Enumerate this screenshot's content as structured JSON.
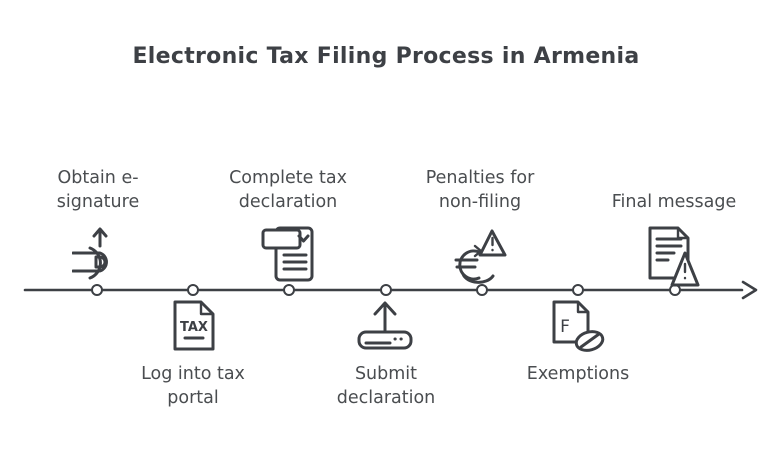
{
  "title": "Electronic Tax Filing Process in Armenia",
  "colors": {
    "ink": "#3d4045",
    "label_text": "#4a4d50",
    "background": "#ffffff"
  },
  "timeline": {
    "direction": "left-to-right",
    "node_count": 7,
    "steps": [
      {
        "id": "obtain-e-signature",
        "side": "above",
        "icon": "e-signature-stamp-icon",
        "lines": [
          "Obtain e-",
          "signature"
        ]
      },
      {
        "id": "log-into-tax-portal",
        "side": "below",
        "icon": "tax-document-icon",
        "lines": [
          "Log into tax",
          "portal"
        ]
      },
      {
        "id": "complete-tax-declaration",
        "side": "above",
        "icon": "declaration-form-icon",
        "lines": [
          "Complete tax",
          "declaration"
        ]
      },
      {
        "id": "submit-declaration",
        "side": "below",
        "icon": "upload-icon",
        "lines": [
          "Submit",
          "declaration"
        ]
      },
      {
        "id": "penalties-for-non-filing",
        "side": "above",
        "icon": "euro-warning-icon",
        "lines": [
          "Penalties for",
          "non-filing"
        ]
      },
      {
        "id": "exemptions",
        "side": "below",
        "icon": "document-exemption-icon",
        "lines": [
          "Exemptions"
        ]
      },
      {
        "id": "final-message",
        "side": "above",
        "icon": "document-alert-icon",
        "lines": [
          "Final message"
        ]
      }
    ]
  },
  "icon_text": {
    "tax": "TAX",
    "exemption_letter": "F"
  }
}
